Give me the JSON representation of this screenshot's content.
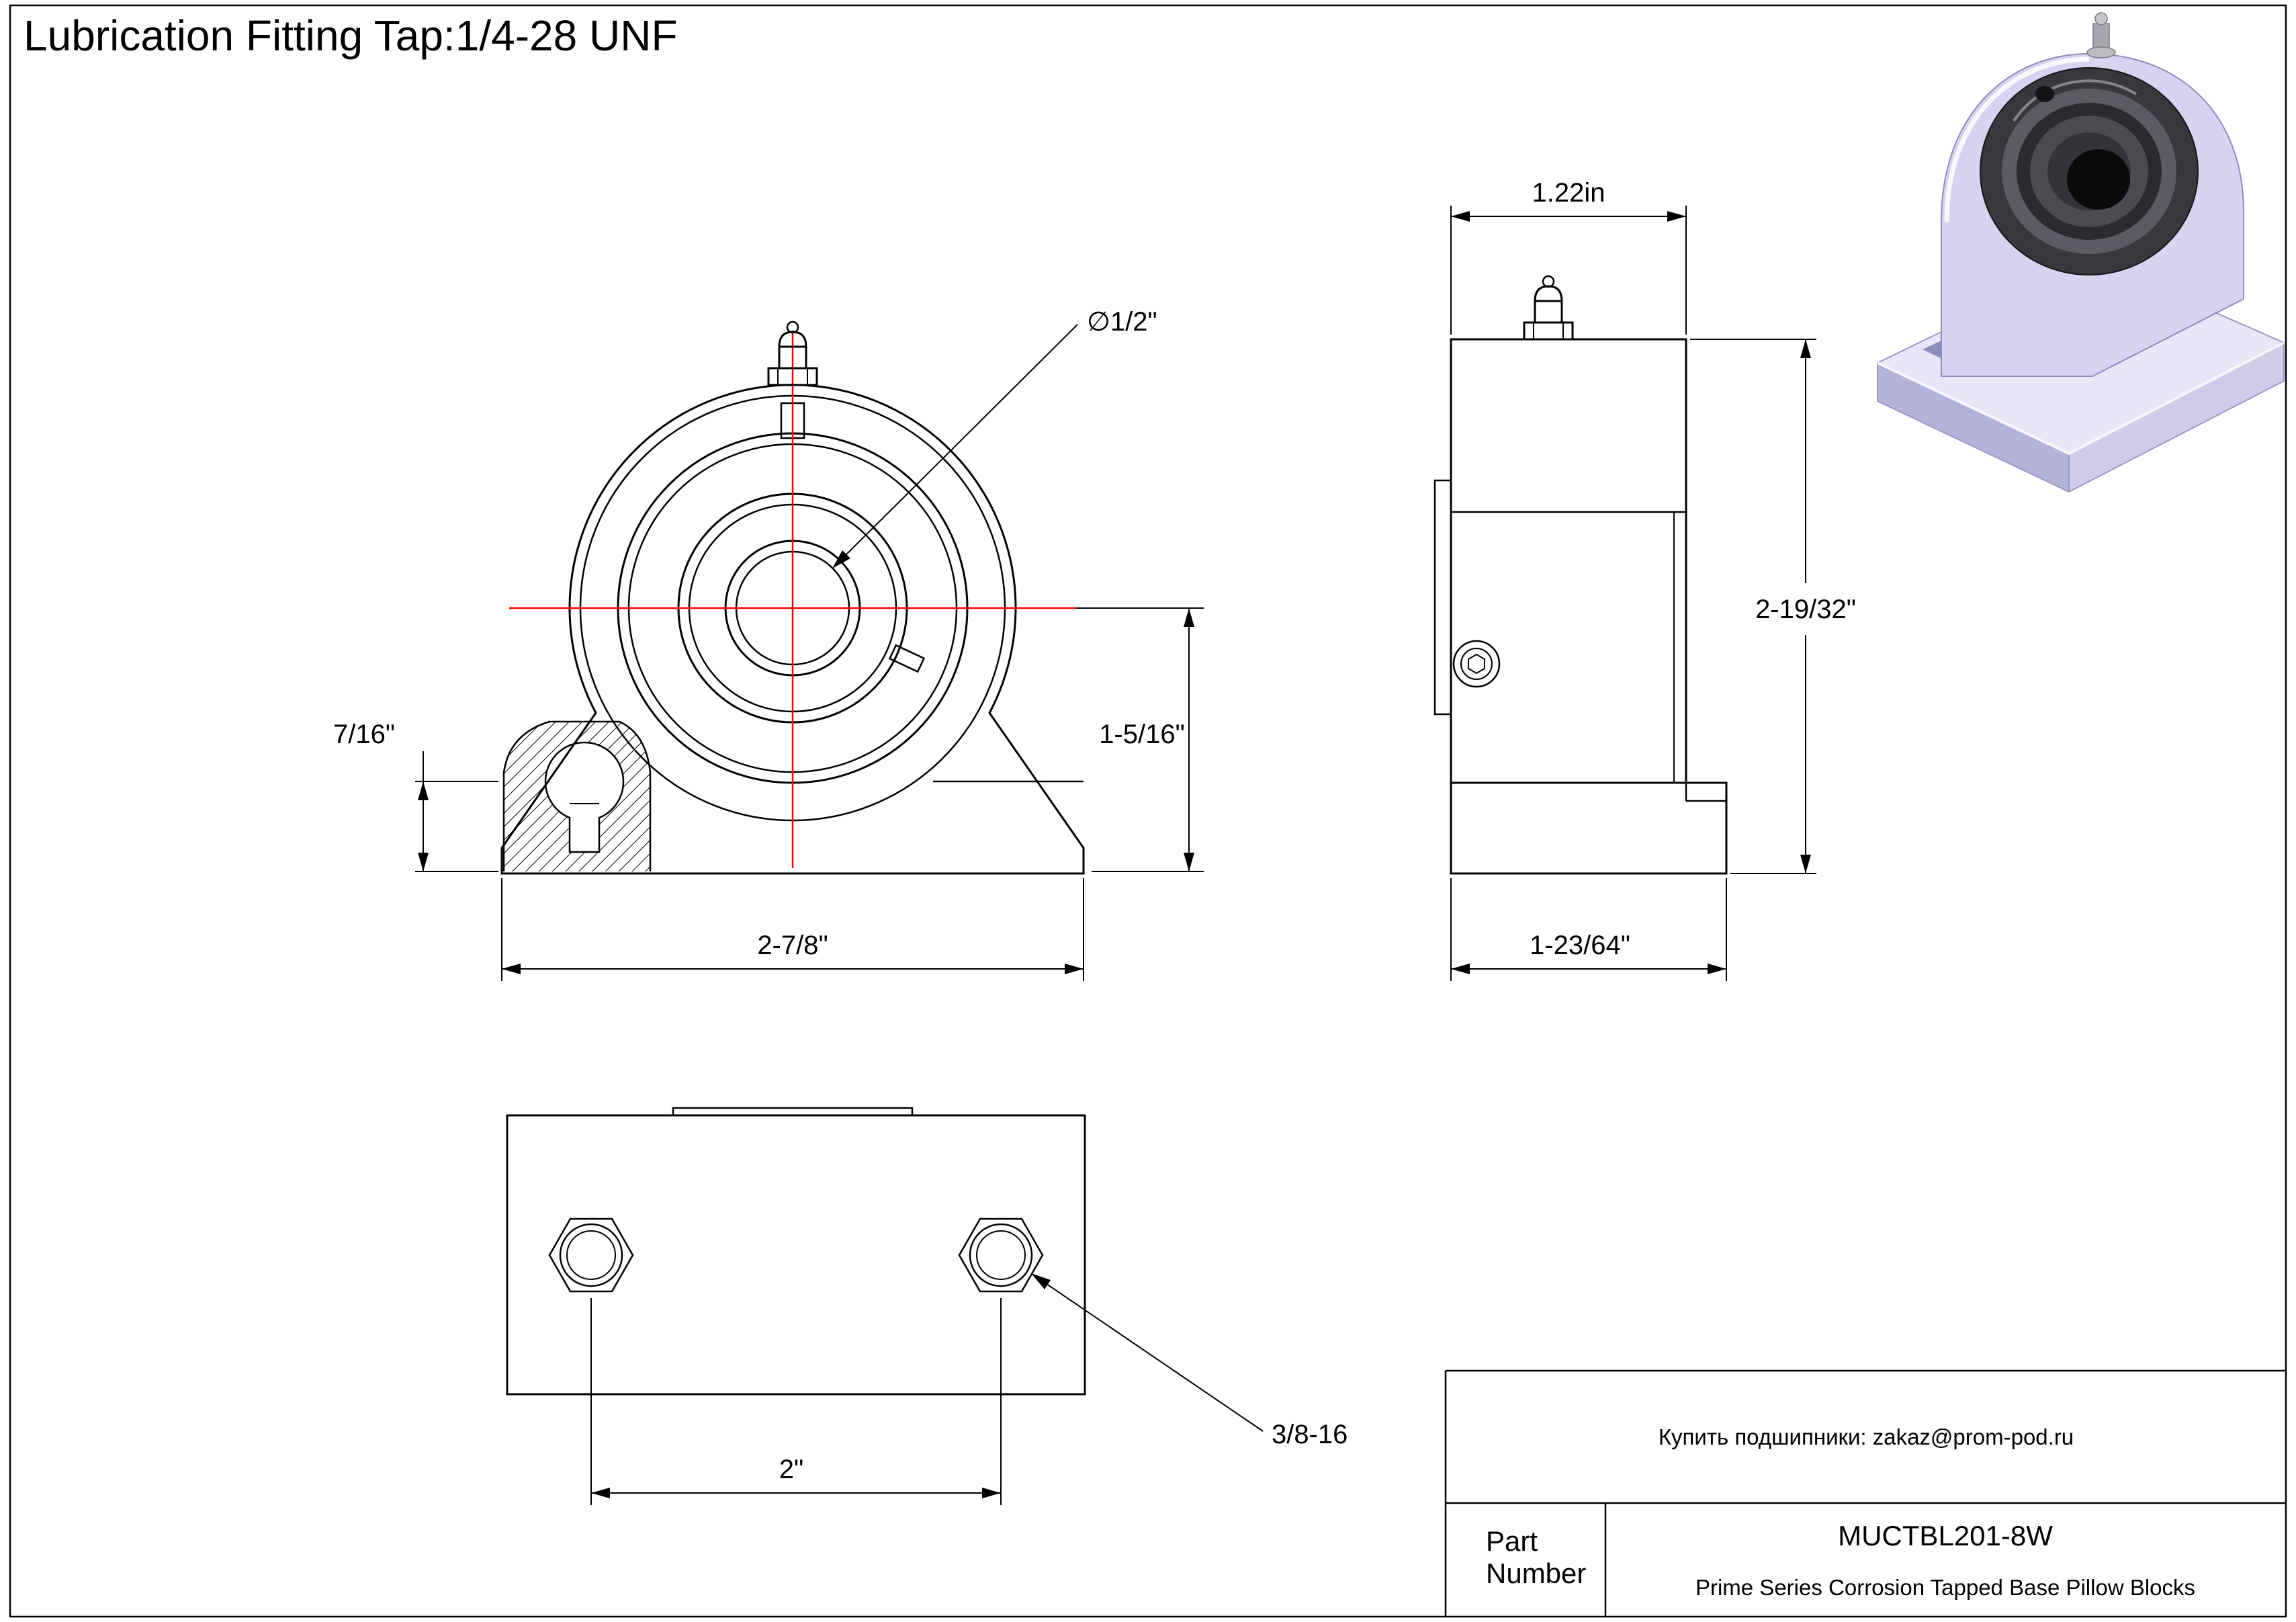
{
  "title": "Lubrication Fitting Tap:1/4-28 UNF",
  "front_view": {
    "bore_diameter": "∅1/2\"",
    "lug_height": "7/16\"",
    "center_height": "1-5/16\"",
    "base_width": "2-7/8\""
  },
  "side_view": {
    "top_width": "1.22in",
    "height": "2-19/32\"",
    "base_depth": "1-23/64\""
  },
  "bottom_view": {
    "bolt_spacing": "2\"",
    "thread": "3/8-16"
  },
  "title_block": {
    "contact": "Купить подшипники: zakaz@prom-pod.ru",
    "part_label_line1": "Part",
    "part_label_line2": "Number",
    "part_number": "MUCTBL201-8W",
    "description": "Prime Series Corrosion Tapped Base Pillow Blocks"
  },
  "colors": {
    "centerline_red": "#ff0000",
    "line_black": "#000000",
    "body_lavender": "#d7d4f2",
    "bearing_dark": "#37373c"
  }
}
